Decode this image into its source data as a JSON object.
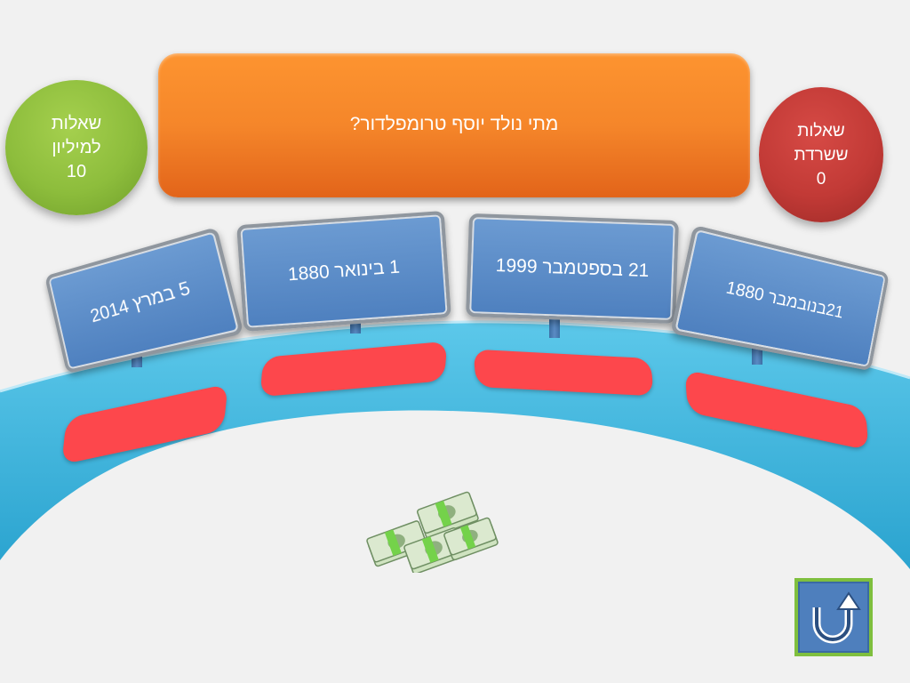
{
  "question": {
    "text": "מתי נולד יוסף טרומפלדור?"
  },
  "counters": {
    "to_million": {
      "line1": "שאלות",
      "line2": "למיליון",
      "value": "10"
    },
    "survived": {
      "line1": "שאלות",
      "line2": "ששרדת",
      "value": "0"
    }
  },
  "answers": [
    {
      "label": "5 במרץ 2014"
    },
    {
      "label": "1 בינואר 1880"
    },
    {
      "label": "21 בספטמבר 1999"
    },
    {
      "label": "21בנובמבר 1880"
    }
  ],
  "icons": {
    "money": "money-stack-icon",
    "back": "u-turn-arrow-icon"
  },
  "colors": {
    "question_box": "#f5862a",
    "circle_left": "#8dbd3c",
    "circle_right": "#c23a36",
    "sign": "#4e80bf",
    "pad": "#fd474c",
    "arc": "#3ab6dd",
    "back_border": "#7fbf3e"
  }
}
